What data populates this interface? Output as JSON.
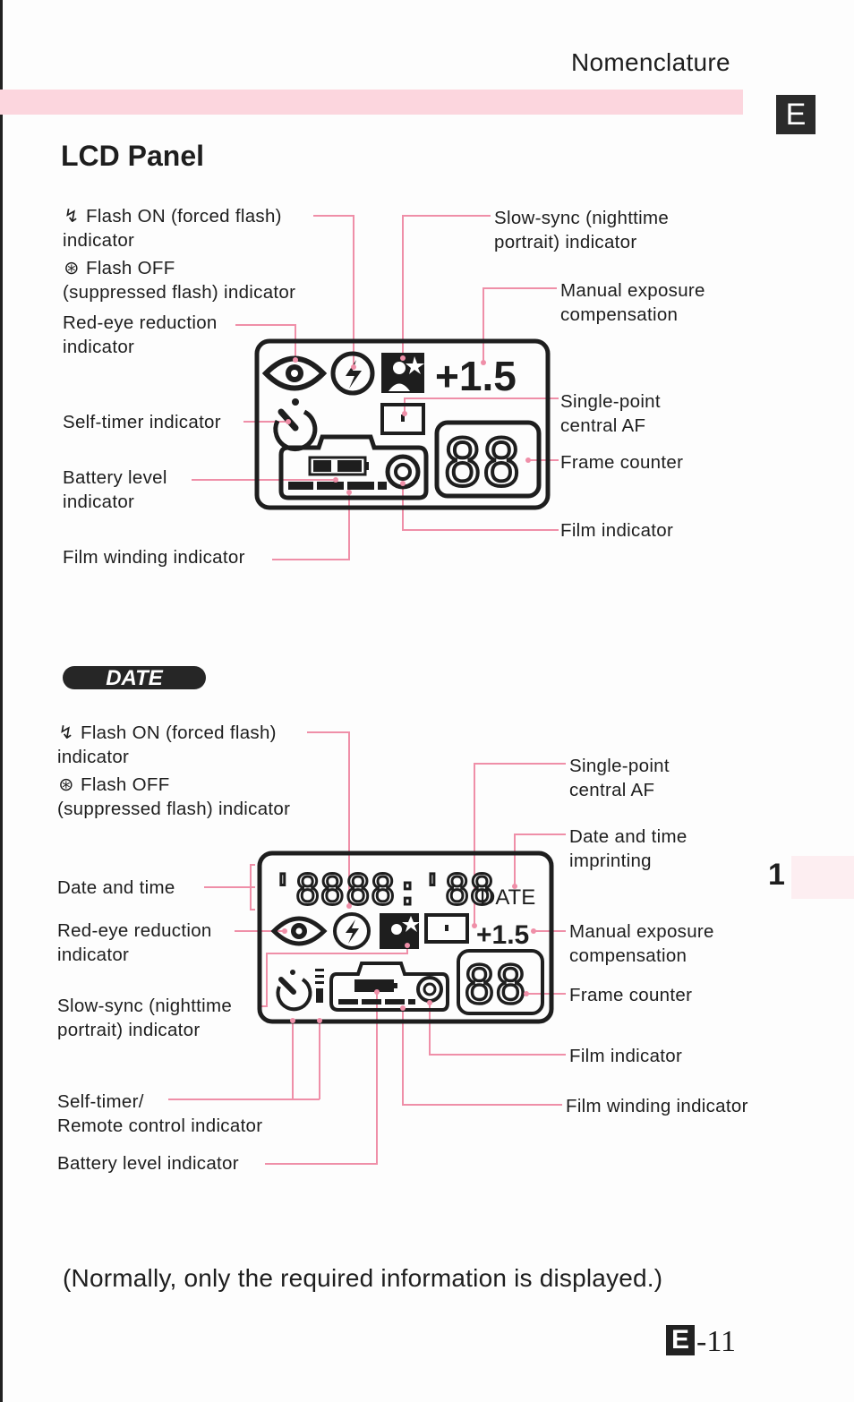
{
  "header": {
    "section": "Nomenclature",
    "tab_letter": "E"
  },
  "page_title": "LCD Panel",
  "colors": {
    "leader_line": "#ef8fa8",
    "band": "#fcd6de",
    "ink": "#1e1e1e"
  },
  "panel1": {
    "lcd": {
      "exposure": "+1.5",
      "frame_counter": "88"
    },
    "labels": {
      "flash_on_icon": "flash-icon",
      "flash_on_line1": "Flash ON (forced flash)",
      "flash_on_line2": "indicator",
      "flash_off_icon": "flash-off-icon",
      "flash_off_line1": "Flash OFF",
      "flash_off_line2": "(suppressed flash) indicator",
      "redeye_line1": "Red-eye reduction",
      "redeye_line2": "indicator",
      "selftimer": "Self-timer indicator",
      "battery_line1": "Battery level",
      "battery_line2": "indicator",
      "film_winding": "Film winding indicator",
      "slowsync_line1": "Slow-sync (nighttime",
      "slowsync_line2": "portrait) indicator",
      "manual_exp_line1": "Manual exposure",
      "manual_exp_line2": "compensation",
      "singlepoint_line1": "Single-point",
      "singlepoint_line2": "central AF",
      "frame_counter": "Frame counter",
      "film_indicator": "Film indicator"
    }
  },
  "panel2": {
    "badge": "DATE",
    "lcd": {
      "year": "'88",
      "time": "88:'88",
      "date_mark": "DATE",
      "exposure": "+1.5",
      "frame_counter": "88"
    },
    "labels": {
      "flash_on_line1": "Flash ON (forced flash)",
      "flash_on_line2": "indicator",
      "flash_off_line1": "Flash OFF",
      "flash_off_line2": "(suppressed flash) indicator",
      "date_time": "Date and time",
      "redeye_line1": "Red-eye reduction",
      "redeye_line2": "indicator",
      "slowsync_line1": "Slow-sync (nighttime",
      "slowsync_line2": "portrait) indicator",
      "selftimer_line1": "Self-timer/",
      "selftimer_line2": "Remote control indicator",
      "battery": "Battery level indicator",
      "singlepoint_line1": "Single-point",
      "singlepoint_line2": "central AF",
      "imprint_line1": "Date and time",
      "imprint_line2": "imprinting",
      "manual_exp_line1": "Manual exposure",
      "manual_exp_line2": "compensation",
      "frame_counter": "Frame counter",
      "film_indicator": "Film indicator",
      "film_winding": "Film winding indicator"
    }
  },
  "footer": {
    "note": "(Normally, only the required information is displayed.)",
    "page_letter": "E",
    "page_number": "-11",
    "chapter": "1"
  }
}
